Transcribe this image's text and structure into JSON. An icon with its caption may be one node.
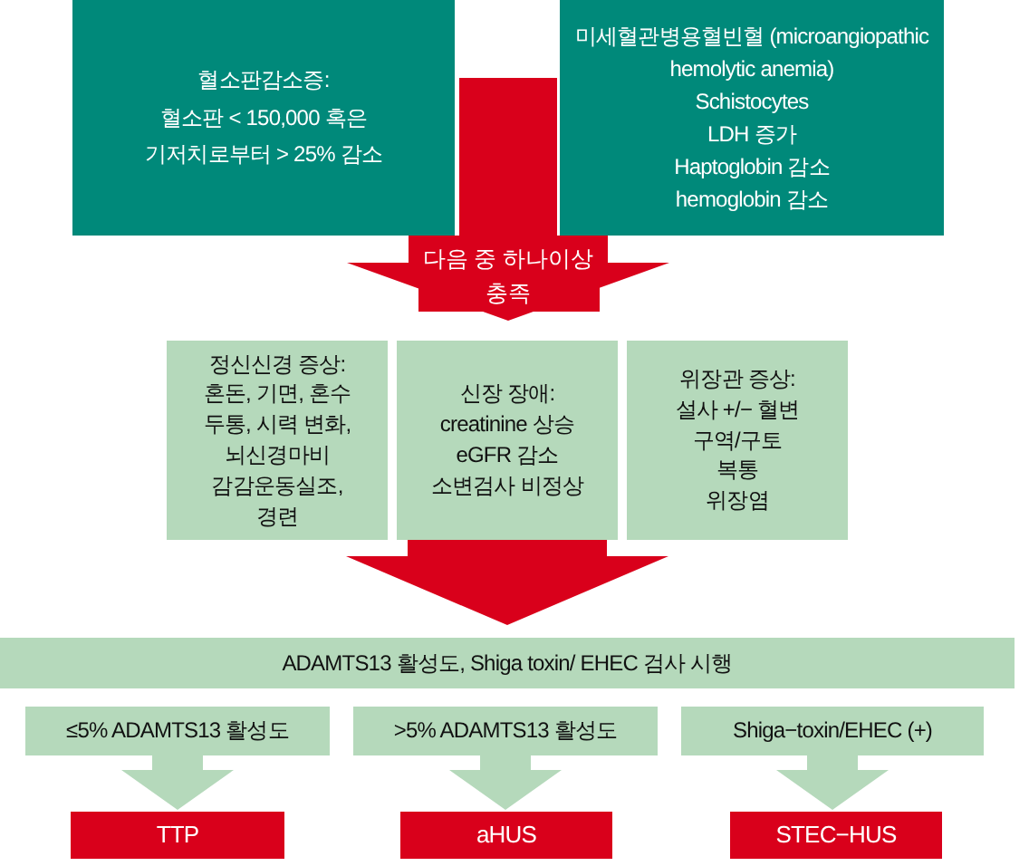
{
  "diagram": {
    "nodes": [
      {
        "text": [
          "혈소판감소증:",
          "혈소판 < 150,000 혹은 기저치로부터 > 25% 감소"
        ]
      },
      {
        "text": [
          "미세혈관병용혈빈혈 (microangiopathic hemolytic anemia)",
          "Schistocytes",
          "LDH 증가",
          "Haptoglobin 감소",
          "hemoglobin 감소"
        ]
      },
      {
        "text": [
          "정신신경 증상:",
          "혼돈, 기면, 혼수",
          "두통, 시력 변화, 뇌신경마비",
          "감감운동실조, 경련"
        ]
      },
      {
        "text": [
          "신장 장애:",
          "creatinine 상승",
          "eGFR 감소",
          "소변검사 비정상"
        ]
      },
      {
        "text": [
          "위장관 증상:",
          "설사 +/− 혈변",
          "구역/구토",
          "복통",
          "위장염"
        ]
      },
      {
        "text": [
          "ADAMTS13 활성도, Shiga toxin/ EHEC 검사 시행"
        ]
      },
      {
        "text": [
          "≤5% ADAMTS13 활성도"
        ]
      },
      {
        "text": [
          ">5% ADAMTS13 활성도"
        ]
      },
      {
        "text": [
          "Shiga−toxin/EHEC (+)"
        ]
      },
      {
        "text": [
          "TTP"
        ]
      },
      {
        "text": [
          "aHUS"
        ]
      },
      {
        "text": [
          "STEC−HUS"
        ]
      }
    ],
    "edges": [
      {
        "from": 0,
        "to": 2,
        "arrow": "to",
        "label": "다음 중 하나이상 충족",
        "color": "#d9001b"
      },
      {
        "from": 0,
        "to": 3,
        "arrow": "to",
        "color": "#d9001b"
      },
      {
        "from": 0,
        "to": 4,
        "arrow": "to",
        "color": "#d9001b"
      },
      {
        "from": 1,
        "to": 2,
        "arrow": "to",
        "color": "#d9001b"
      },
      {
        "from": 1,
        "to": 3,
        "arrow": "to",
        "color": "#d9001b"
      },
      {
        "from": 1,
        "to": 4,
        "arrow": "to",
        "color": "#d9001b"
      },
      {
        "from": 2,
        "to": 5,
        "arrow": "to",
        "color": "#d9001b"
      },
      {
        "from": 3,
        "to": 5,
        "arrow": "to",
        "color": "#d9001b"
      },
      {
        "from": 4,
        "to": 5,
        "arrow": "to",
        "color": "#d9001b"
      },
      {
        "from": 6,
        "to": 9,
        "arrow": "to",
        "color": "#b5d9bb"
      },
      {
        "from": 7,
        "to": 10,
        "arrow": "to",
        "color": "#b5d9bb"
      },
      {
        "from": 8,
        "to": 11,
        "arrow": "to",
        "color": "#b5d9bb"
      }
    ]
  }
}
